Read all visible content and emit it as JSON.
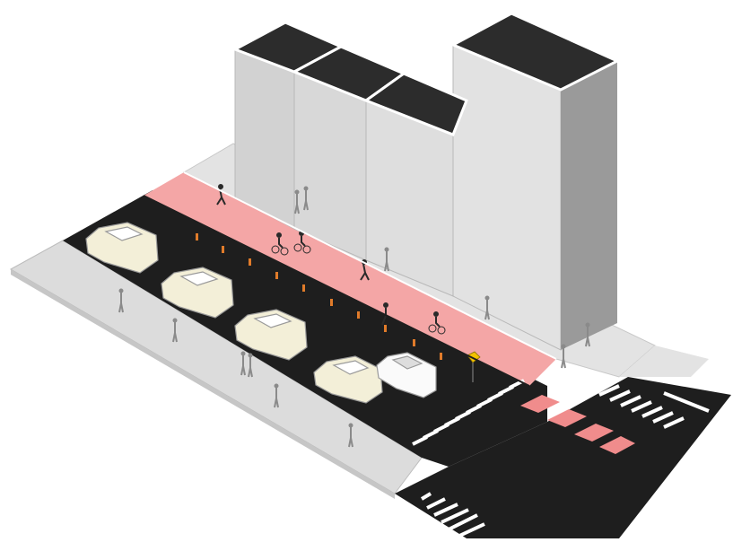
{
  "scene": {
    "colors": {
      "background": "#ffffff",
      "roadway": "#1e1e1e",
      "bike_lane": "#f4a6a6",
      "bike_crossing": "#f08c8c",
      "sidewalk": "#dcdcdc",
      "sidewalk_edge": "#bdbdbd",
      "building_left": "#d6d6d6",
      "building_right": "#9a9a9a",
      "building_roof": "#2c2c2c",
      "car_body": "#f3efd8",
      "car_white": "#fafafa",
      "crosswalk": "#ffffff",
      "bollard": "#e07b2a",
      "sign": "#f2c200"
    },
    "icons": [
      "building-block",
      "parked-car",
      "cyclist",
      "pedestrian",
      "bollard",
      "street-sign",
      "crosswalk"
    ]
  }
}
